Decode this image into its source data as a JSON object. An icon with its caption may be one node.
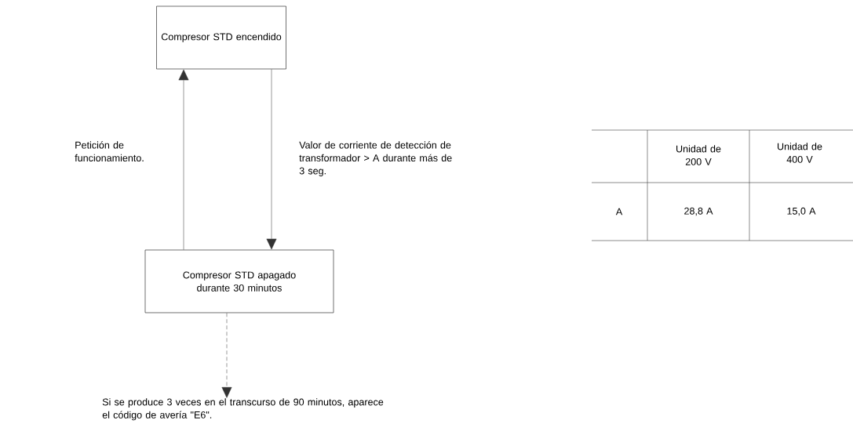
{
  "diagram": {
    "nodes": [
      {
        "text": [
          "Compresor STD encendido"
        ]
      },
      {
        "text": [
          "Compresor STD apagado durante 30 minutos"
        ]
      },
      {
        "text": [
          "Si se produce 3 veces en el transcurso de 90 minutos, aparece el código de avería \"E6\"."
        ]
      }
    ],
    "edges": [
      {
        "from": 1,
        "to": 0,
        "arrow": "to",
        "label": "Petición de funcionamiento."
      },
      {
        "from": 0,
        "to": 1,
        "arrow": "to",
        "label": "Valor de corriente de detección de transformador > A durante más de 3 seg."
      },
      {
        "from": 1,
        "to": 2,
        "arrow": "to",
        "style": "dashed"
      }
    ],
    "labels": [
      "Unidad de 200 V",
      "Unidad de 400 V",
      "A",
      "28,8 A",
      "15,0 A"
    ]
  }
}
